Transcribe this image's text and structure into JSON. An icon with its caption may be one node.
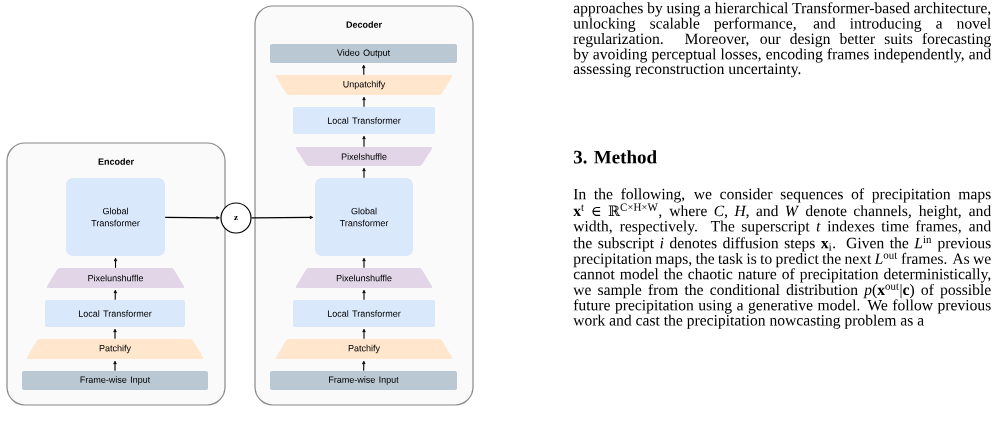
{
  "diagram": {
    "nodes": [
      {
        "text": [
          "Encoder"
        ]
      },
      {
        "text": [
          "Global Transformer"
        ],
        "in": 0
      },
      {
        "text": [
          "Pixelunshuffle"
        ],
        "in": 0
      },
      {
        "text": [
          "Local Transformer"
        ],
        "in": 0
      },
      {
        "text": [
          "Patchify"
        ],
        "in": 0
      },
      {
        "text": [
          "Frame-wise Input"
        ],
        "in": 0
      },
      {
        "text": [
          "z"
        ]
      },
      {
        "text": [
          "Decoder"
        ]
      },
      {
        "text": [
          "Video Output"
        ],
        "in": 7
      },
      {
        "text": [
          "Unpatchify"
        ],
        "in": 7
      },
      {
        "text": [
          "Local Transformer"
        ],
        "in": 7
      },
      {
        "text": [
          "Pixelshuffle"
        ],
        "in": 7
      },
      {
        "text": [
          "Global Transformer"
        ],
        "in": 7
      },
      {
        "text": [
          "Pixelunshuffle"
        ],
        "in": 7
      },
      {
        "text": [
          "Local Transformer"
        ],
        "in": 7
      },
      {
        "text": [
          "Patchify"
        ],
        "in": 7
      },
      {
        "text": [
          "Frame-wise Input"
        ],
        "in": 7
      }
    ],
    "edges": [
      {
        "from": 5,
        "to": 4,
        "arrow": "to"
      },
      {
        "from": 4,
        "to": 3,
        "arrow": "to"
      },
      {
        "from": 3,
        "to": 2,
        "arrow": "to"
      },
      {
        "from": 2,
        "to": 1,
        "arrow": "to"
      },
      {
        "from": 1,
        "to": 6,
        "arrow": "to"
      },
      {
        "from": 6,
        "to": 12,
        "arrow": "to"
      },
      {
        "from": 16,
        "to": 15,
        "arrow": "to"
      },
      {
        "from": 15,
        "to": 14,
        "arrow": "to"
      },
      {
        "from": 14,
        "to": 13,
        "arrow": "to"
      },
      {
        "from": 13,
        "to": 12,
        "arrow": "to"
      },
      {
        "from": 12,
        "to": 11,
        "arrow": "to"
      },
      {
        "from": 11,
        "to": 10,
        "arrow": "to"
      },
      {
        "from": 10,
        "to": 9,
        "arrow": "to"
      },
      {
        "from": 9,
        "to": 8,
        "arrow": "to"
      }
    ],
    "labels": [
      "approaches by using a hierarchical Transformer-based architecture, unlocking scalable performance, and introducing a novel regularization. Moreover, our design better suits forecasting by avoiding perceptual losses, encoding frames independently, and assessing reconstruction uncertainty.",
      "3. Method",
      "In the following, we consider sequences of precipitation maps **x**$^{t}$ ∈ ℝ$^{C×H×W}$, where *C*, *H*, and *W* denote channels, height, and width, respectively. The superscript *t* indexes time frames, and the subscript *i* denotes diffusion steps **x**$_{i}$. Given the *L*$^{in}$ previous precipitation maps, the task is to predict the next *L*$^{out}$ frames. As we cannot model the chaotic nature of precipitation deterministically, we sample from the conditional distribution *p*(**x**$^{out}$|**c**) of possible future precipitation using a generative model. We follow previous work and cast the precipitation nowcasting problem as a"
    ]
  }
}
